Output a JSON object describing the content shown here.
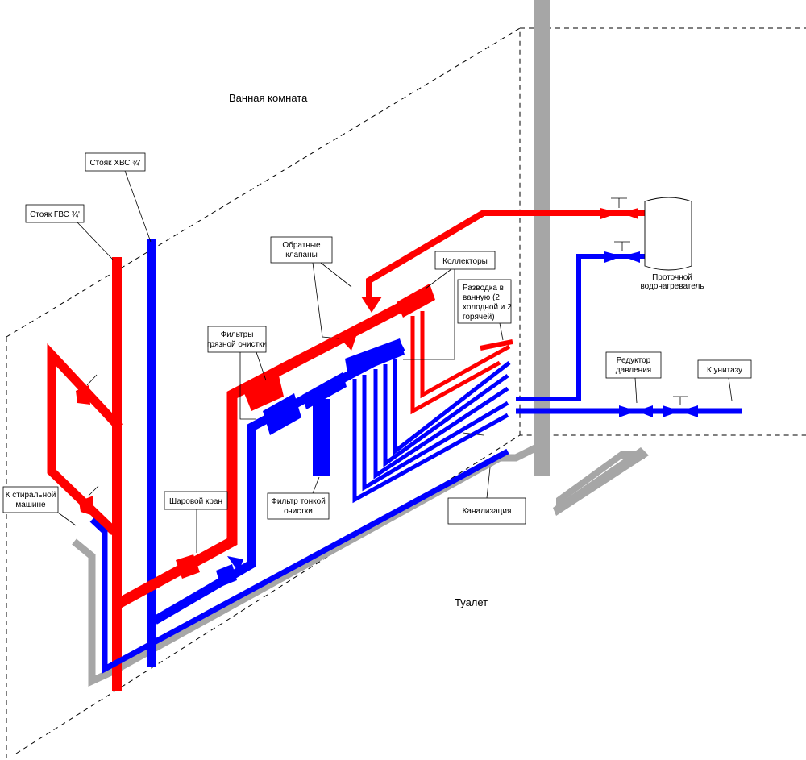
{
  "colors": {
    "hot": "#ff0000",
    "cold": "#0000ff",
    "sewer": "#a6a6a6",
    "background": "#ffffff"
  },
  "labels": {
    "bathroom": "Ванная комната",
    "toilet": "Туалет",
    "riser_cold": "Стояк ХВС ¾'",
    "riser_hot": "Стояк ГВС ¾'",
    "check_valves_l1": "Обратные",
    "check_valves_l2": "клапаны",
    "collectors": "Коллекторы",
    "bath_supply_l1": "Разводка в",
    "bath_supply_l2": "ванную (2",
    "bath_supply_l3": "холодной и 2",
    "bath_supply_l4": "горячей)",
    "coarse_filters_l1": "Фильтры",
    "coarse_filters_l2": "грязной очистки",
    "heater_l1": "Проточной",
    "heater_l2": "водонагреватель",
    "reducer_l1": "Редуктор",
    "reducer_l2": "давления",
    "to_toilet": "К унитазу",
    "washer_l1": "К стиральной",
    "washer_l2": "машине",
    "ball_valve": "Шаровой кран",
    "fine_filter_l1": "Фильтр тонкой",
    "fine_filter_l2": "очистки",
    "sewer": "Канализация"
  }
}
